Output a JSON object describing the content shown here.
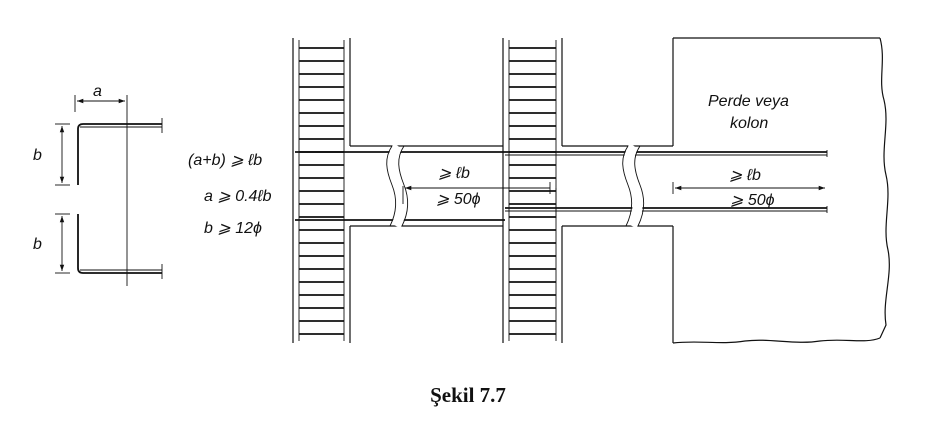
{
  "labels": {
    "a": "a",
    "b_top": "b",
    "b_bottom": "b",
    "cond1": "(a+b) ⩾ ℓb",
    "cond2": "a ⩾ 0.4ℓb",
    "cond3": "b ⩾ 12ϕ",
    "mid_lb": "⩾ ℓb",
    "mid_50": "⩾ 50ϕ",
    "right_lb": "⩾ ℓb",
    "right_50": "⩾ 50ϕ",
    "wall_line1": "Perde veya",
    "wall_line2": "kolon"
  },
  "caption": "Şekil 7.7"
}
